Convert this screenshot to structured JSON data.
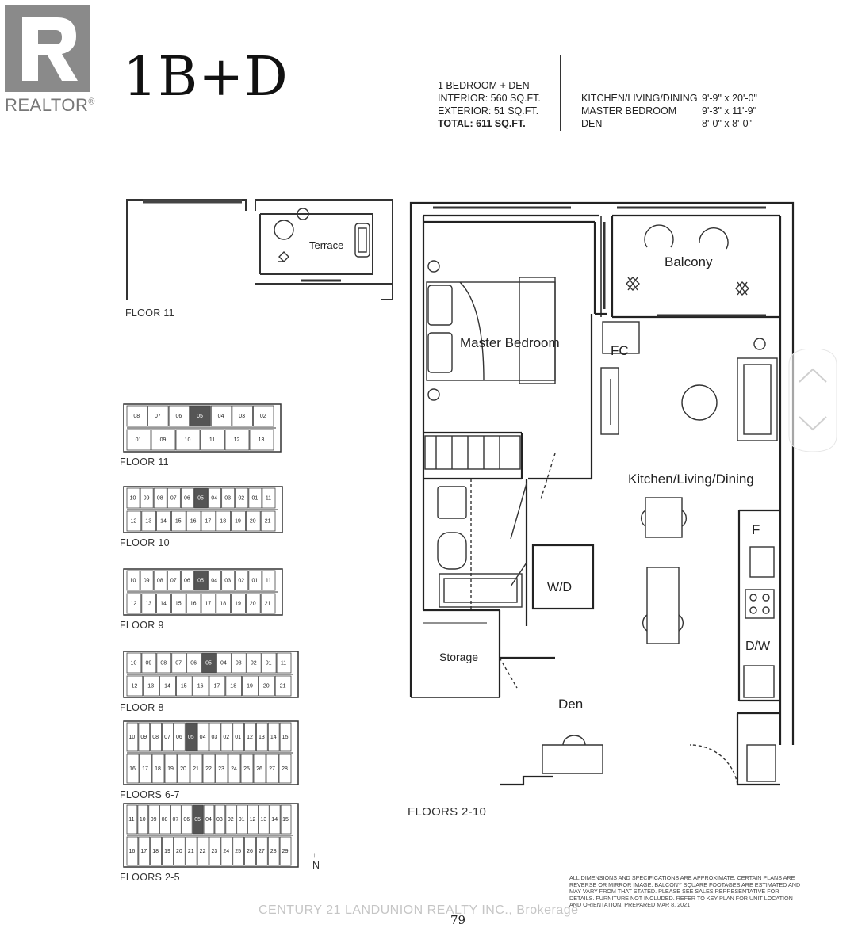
{
  "logo": {
    "text": "REALTOR",
    "mark": "®"
  },
  "title": "1B+D",
  "specs": {
    "type": "1 BEDROOM + DEN",
    "interior": "INTERIOR: 560 SQ.FT.",
    "exterior": "EXTERIOR: 51 SQ.FT.",
    "total": "TOTAL: 611 SQ.FT."
  },
  "rooms_summary": [
    {
      "name": "KITCHEN/LIVING/DINING",
      "dims": "9'-9\" x 20'-0\""
    },
    {
      "name": "MASTER BEDROOM",
      "dims": "9'-3\" x 11'-9\""
    },
    {
      "name": "DEN",
      "dims": "8'-0\" x 8'-0\""
    }
  ],
  "terrace_plan": {
    "room": "Terrace",
    "floor_label": "FLOOR 11"
  },
  "key_plans": [
    {
      "label": "FLOOR 11",
      "units": [
        "08",
        "07",
        "06",
        "05",
        "04",
        "03",
        "02",
        "01",
        "09",
        "10",
        "11",
        "12",
        "13"
      ]
    },
    {
      "label": "FLOOR 10",
      "units": [
        "10",
        "09",
        "08",
        "07",
        "06",
        "05",
        "04",
        "03",
        "02",
        "01",
        "11",
        "12",
        "13",
        "14",
        "15",
        "16",
        "17",
        "18",
        "19",
        "20",
        "21"
      ]
    },
    {
      "label": "FLOOR 9",
      "units": [
        "10",
        "09",
        "08",
        "07",
        "06",
        "05",
        "04",
        "03",
        "02",
        "01",
        "11",
        "12",
        "13",
        "14",
        "15",
        "16",
        "17",
        "18",
        "19",
        "20",
        "21"
      ]
    },
    {
      "label": "FLOOR 8",
      "units": [
        "10",
        "09",
        "08",
        "07",
        "06",
        "05",
        "04",
        "03",
        "02",
        "01",
        "11",
        "12",
        "13",
        "14",
        "15",
        "16",
        "17",
        "18",
        "19",
        "20",
        "21"
      ]
    },
    {
      "label": "FLOORS 6-7",
      "units": [
        "10",
        "09",
        "08",
        "07",
        "06",
        "05",
        "04",
        "03",
        "02",
        "01",
        "12",
        "13",
        "14",
        "15",
        "16",
        "17",
        "18",
        "19",
        "20",
        "21",
        "22",
        "23",
        "24",
        "25",
        "26",
        "27",
        "28"
      ]
    },
    {
      "label": "FLOORS 2-5",
      "units": [
        "11",
        "10",
        "09",
        "08",
        "07",
        "06",
        "05",
        "04",
        "03",
        "02",
        "01",
        "12",
        "13",
        "14",
        "15",
        "16",
        "17",
        "18",
        "19",
        "20",
        "21",
        "22",
        "23",
        "24",
        "25",
        "26",
        "27",
        "28",
        "29"
      ]
    }
  ],
  "north_label": "N",
  "main_plan": {
    "rooms": {
      "balcony": "Balcony",
      "master_bedroom": "Master Bedroom",
      "fc": "FC",
      "kitchen": "Kitchen/Living/Dining",
      "f": "F",
      "wd": "W/D",
      "dw": "D/W",
      "storage": "Storage",
      "den": "Den"
    },
    "floor_label": "FLOORS 2-10"
  },
  "disclaimer": "ALL DIMENSIONS AND SPECIFICATIONS ARE APPROXIMATE. CERTAIN PLANS ARE REVERSE OR MIRROR IMAGE. BALCONY SQUARE FOOTAGES ARE ESTIMATED AND MAY VARY FROM THAT STATED. PLEASE SEE SALES REPRESENTATIVE FOR DETAILS. FURNITURE NOT INCLUDED. REFER TO KEY PLAN FOR UNIT LOCATION AND ORIENTATION. PREPARED MAR 8, 2021",
  "watermark": "CENTURY 21 LANDUNION REALTY INC., Brokerage",
  "page_number": "79",
  "nav": {
    "up_icon": "chevron-up-icon",
    "down_icon": "chevron-down-icon"
  }
}
